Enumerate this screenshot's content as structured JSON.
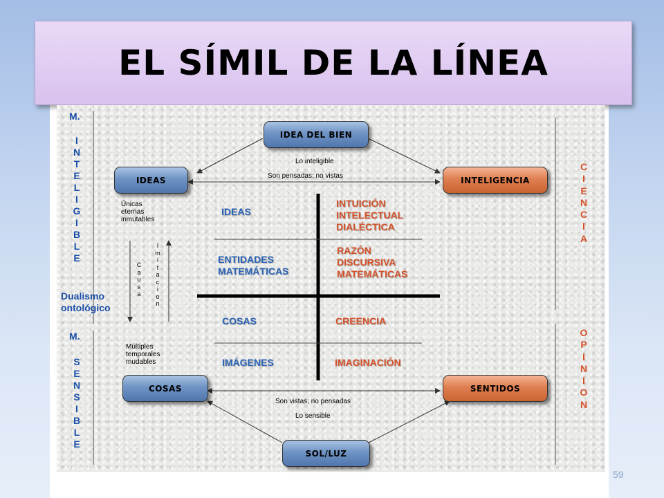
{
  "title": "EL SÍMIL DE LA LÍNEA",
  "slide_number": "59",
  "boxes": {
    "idea_del_bien": "IDEA DEL BIEN",
    "ideas": "IDEAS",
    "inteligencia": "INTELIGENCIA",
    "cosas": "COSAS",
    "sentidos": "SENTIDOS",
    "sol_luz": "SOL/LUZ"
  },
  "arrow_labels": {
    "lo_inteligible": "Lo inteligible",
    "son_pensadas": "Son pensadas; no vistas",
    "son_vistas": "Son vistas; no pensadas",
    "lo_sensible": "Lo sensible"
  },
  "left_notes": {
    "ideas_props": [
      "Únicas",
      "eternas",
      "inmutables"
    ],
    "cosas_props": [
      "Múltiples",
      "temporales",
      "mudables"
    ],
    "causa": [
      "C",
      "a",
      "u",
      "s",
      "a"
    ],
    "imitacion": [
      "I",
      "m",
      "i",
      "t",
      "a",
      "c",
      "i",
      "o",
      "n"
    ]
  },
  "left_column": {
    "m_inteligible_head": "M.",
    "m_inteligible_letters": [
      "I",
      "N",
      "T",
      "E",
      "L",
      "I",
      "G",
      "I",
      "B",
      "L",
      "E"
    ],
    "dualismo": [
      "Dualismo",
      "ontológico"
    ],
    "m_sensible_head": "M.",
    "m_sensible_letters": [
      "S",
      "E",
      "N",
      "S",
      "I",
      "B",
      "L",
      "E"
    ]
  },
  "right_column": {
    "ciencia": [
      "C",
      "I",
      "E",
      "N",
      "C",
      "I",
      "A"
    ],
    "opinion": [
      "O",
      "P",
      "I",
      "N",
      "I",
      "O",
      "N"
    ]
  },
  "grid": {
    "left": {
      "ideas": "IDEAS",
      "entidades": [
        "ENTIDADES",
        "MATEMÁTICAS"
      ],
      "cosas": "COSAS",
      "imagenes": "IMÁGENES"
    },
    "right": {
      "intuicion": [
        "INTUICIÓN",
        "INTELECTUAL",
        "DIALÉCTICA"
      ],
      "razon": [
        "RAZÓN",
        "DISCURSIVA",
        "MATEMÁTICAS"
      ],
      "creencia": "CREENCIA",
      "imaginacion": "IMAGINACIÓN"
    }
  },
  "colors": {
    "blue_box": "#5f86bb",
    "orange_box": "#d9723f",
    "grid_blue_text": "#2b63b8",
    "grid_orange_text": "#d4522a",
    "side_text": "#1a4fa8",
    "title_bg": "#dfc9f1"
  }
}
